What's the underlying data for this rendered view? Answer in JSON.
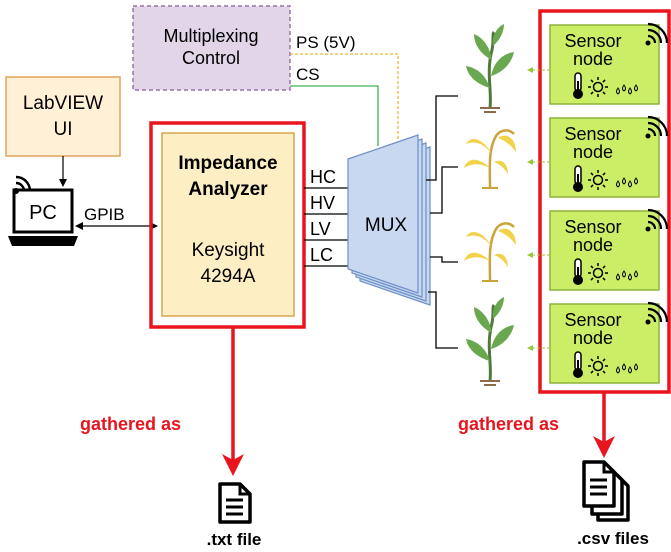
{
  "multiplexing_control": {
    "line1": "Multiplexing",
    "line2": "Control"
  },
  "labview": {
    "line1": "LabVIEW",
    "line2": "UI"
  },
  "pc": {
    "label": "PC"
  },
  "gpib": {
    "label": "GPIB"
  },
  "analyzer": {
    "title1": "Impedance",
    "title2": "Analyzer",
    "model1": "Keysight",
    "model2": "4294A"
  },
  "signals": {
    "ps": "PS (5V)",
    "cs": "CS",
    "hc": "HC",
    "hv": "HV",
    "lv": "LV",
    "lc": "LC"
  },
  "mux": {
    "label": "MUX"
  },
  "sensor_nodes": [
    {
      "line1": "Sensor",
      "line2": "node"
    },
    {
      "line1": "Sensor",
      "line2": "node"
    },
    {
      "line1": "Sensor",
      "line2": "node"
    },
    {
      "line1": "Sensor",
      "line2": "node"
    }
  ],
  "outputs": {
    "gathered_left": "gathered as",
    "gathered_right": "gathered as",
    "txt_file": ".txt file",
    "csv_files": ".csv files"
  },
  "plants": [
    {
      "state": "healthy"
    },
    {
      "state": "wilted"
    },
    {
      "state": "wilted"
    },
    {
      "state": "healthy"
    }
  ],
  "colors": {
    "red": "#e8141e",
    "analyzer_fill": "#fdeec4",
    "analyzer_border": "#d7a64f",
    "labview_fill": "#fff0d6",
    "labview_border": "#e0a45a",
    "mux_fill": "#c7d8f0",
    "mux_border": "#6f8fc7",
    "multiplex_fill": "#e1d5e7",
    "multiplex_border": "#9673a6",
    "sensor_fill": "#ccee66",
    "sensor_border": "#8db33a",
    "ps_line": "#f0b43c",
    "cs_line": "#3cb44b",
    "leaf_green": "#6aa84f",
    "leaf_yellow": "#f2d24b"
  }
}
